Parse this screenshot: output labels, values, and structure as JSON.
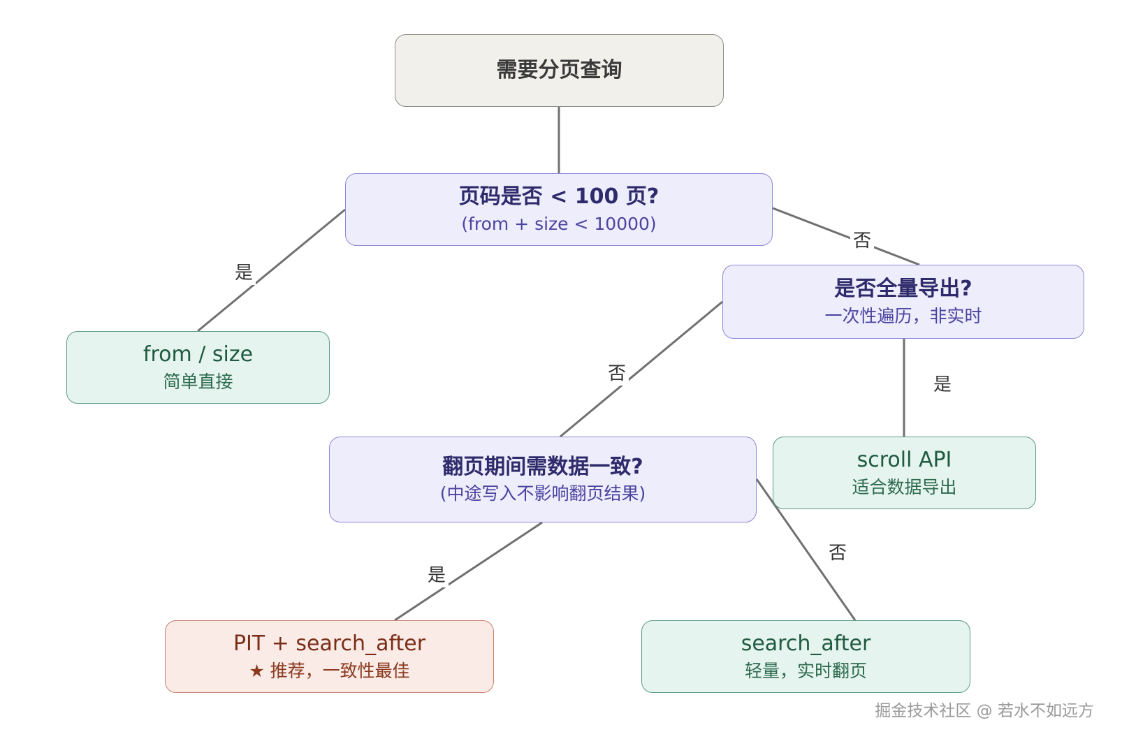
{
  "nodes": {
    "start": {
      "title": "需要分页查询"
    },
    "q_pages": {
      "title": "页码是否 < 100 页?",
      "subtitle": "(from + size < 10000)"
    },
    "from_size": {
      "title": "from / size",
      "subtitle": "简单直接"
    },
    "q_export": {
      "title": "是否全量导出?",
      "subtitle": "一次性遍历，非实时"
    },
    "scroll": {
      "title": "scroll API",
      "subtitle": "适合数据导出"
    },
    "q_consistent": {
      "title": "翻页期间需数据一致?",
      "subtitle": "(中途写入不影响翻页结果)"
    },
    "pit": {
      "title": "PIT + search_after",
      "subtitle": "★ 推荐，一致性最佳"
    },
    "search_after": {
      "title": "search_after",
      "subtitle": "轻量，实时翻页"
    }
  },
  "edges": {
    "pages_yes": "是",
    "pages_no": "否",
    "export_yes": "是",
    "export_no": "否",
    "consistent_yes": "是",
    "consistent_no": "否"
  },
  "footer": "掘金技术社区 @ 若水不如远方",
  "colors": {
    "edge": "#707070",
    "decision_bg": "#ededfb",
    "green_bg": "#e5f4ee",
    "recommended_bg": "#fbebe7",
    "start_bg": "#f1f0eb"
  }
}
